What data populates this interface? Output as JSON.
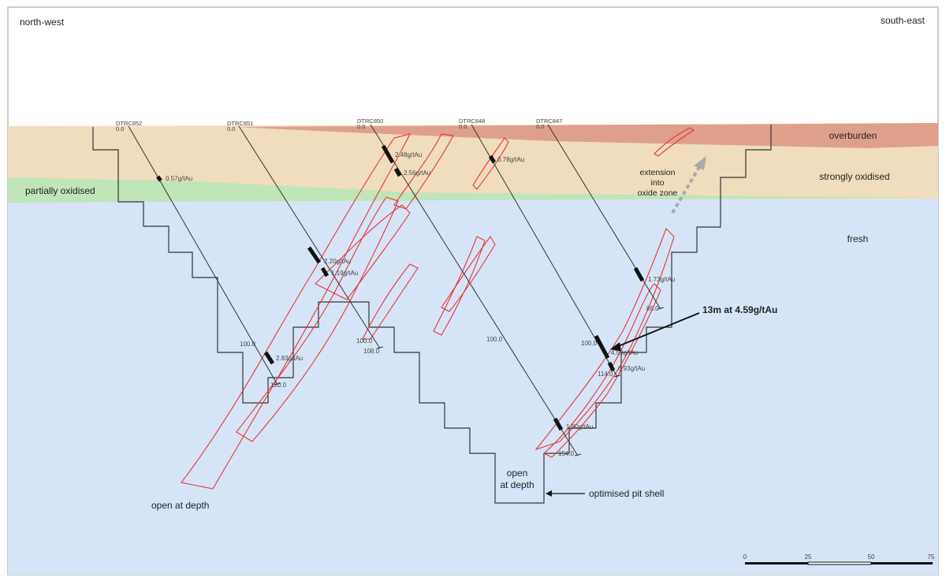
{
  "corners": {
    "left": "north-west",
    "right": "south-east"
  },
  "layers": {
    "overburden": "overburden",
    "strongly_oxidised": "strongly oxidised",
    "partially_oxidised": "partially oxidised",
    "fresh": "fresh"
  },
  "colors": {
    "overburden": "#dfa08b",
    "strongly_oxidised": "#f0ddbd",
    "partially_oxidised": "#bfe5b9",
    "fresh": "#d5e5f7",
    "orebody_outline": "#e8353a",
    "pit_shell": "#333333",
    "drillhole": "#333333",
    "intercept": "#111111",
    "arrow_grey": "#a9a9a9"
  },
  "holes": [
    {
      "id": "DTRC852",
      "collar": "0.0"
    },
    {
      "id": "DTRC851",
      "collar": "0.0"
    },
    {
      "id": "DTRC850",
      "collar": "0.0"
    },
    {
      "id": "DTRC848",
      "collar": "0.0"
    },
    {
      "id": "DTRC847",
      "collar": "0.0"
    }
  ],
  "intercepts": [
    "0.57g/tAu",
    "2.48g/tAu",
    "2.56g/tAu",
    "0.78g/tAu",
    "2.20g/tAu",
    "1.19g/tAu",
    "1.73g/tAu",
    "2.83g/tAu",
    "4.59g/tAu",
    "6.93g/tAu",
    "1.90g/tAu"
  ],
  "depth_labels": [
    "100.0",
    "120.0",
    "100.0",
    "108.0",
    "100.0",
    "100.0",
    "114.0",
    "85.0",
    "154.0"
  ],
  "annotations": {
    "extension_line1": "extension",
    "extension_line2": "into",
    "extension_line3": "oxide zone",
    "callout": "13m at 4.59g/tAu",
    "open_depth_left": "open at depth",
    "open_depth_center_line1": "open",
    "open_depth_center_line2": "at depth",
    "pit_shell": "optimised pit shell"
  },
  "scale_bar": {
    "ticks": [
      "0",
      "25",
      "50",
      "75"
    ]
  }
}
